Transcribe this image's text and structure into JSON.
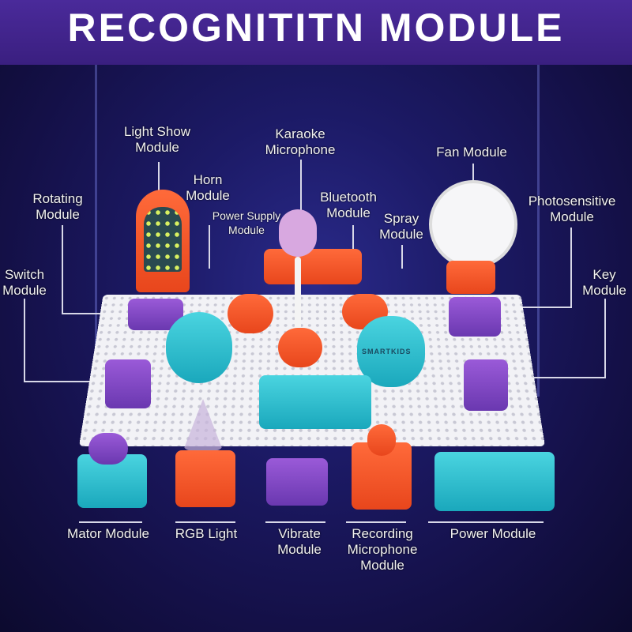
{
  "title": "RECOGNITITN MODULE",
  "labels": {
    "light_show": "Light Show\nModule",
    "karaoke": "Karaoke\nMicrophone",
    "fan": "Fan Module",
    "horn": "Horn\nModule",
    "rotating": "Rotating\nModule",
    "power_supply": "Power Supply\nModule",
    "bluetooth": "Bluetooth\nModule",
    "spray": "Spray\nModule",
    "photosensitive": "Photosensitive\nModule",
    "switch": "Switch\nModule",
    "key": "Key\nModule",
    "mator": "Mator Module",
    "rgb": "RGB Light",
    "vibrate": "Vibrate\nModule",
    "recording": "Recording\nMicrophone\nModule",
    "power": "Power Module"
  },
  "brand_text": "SMARTKIDS"
}
